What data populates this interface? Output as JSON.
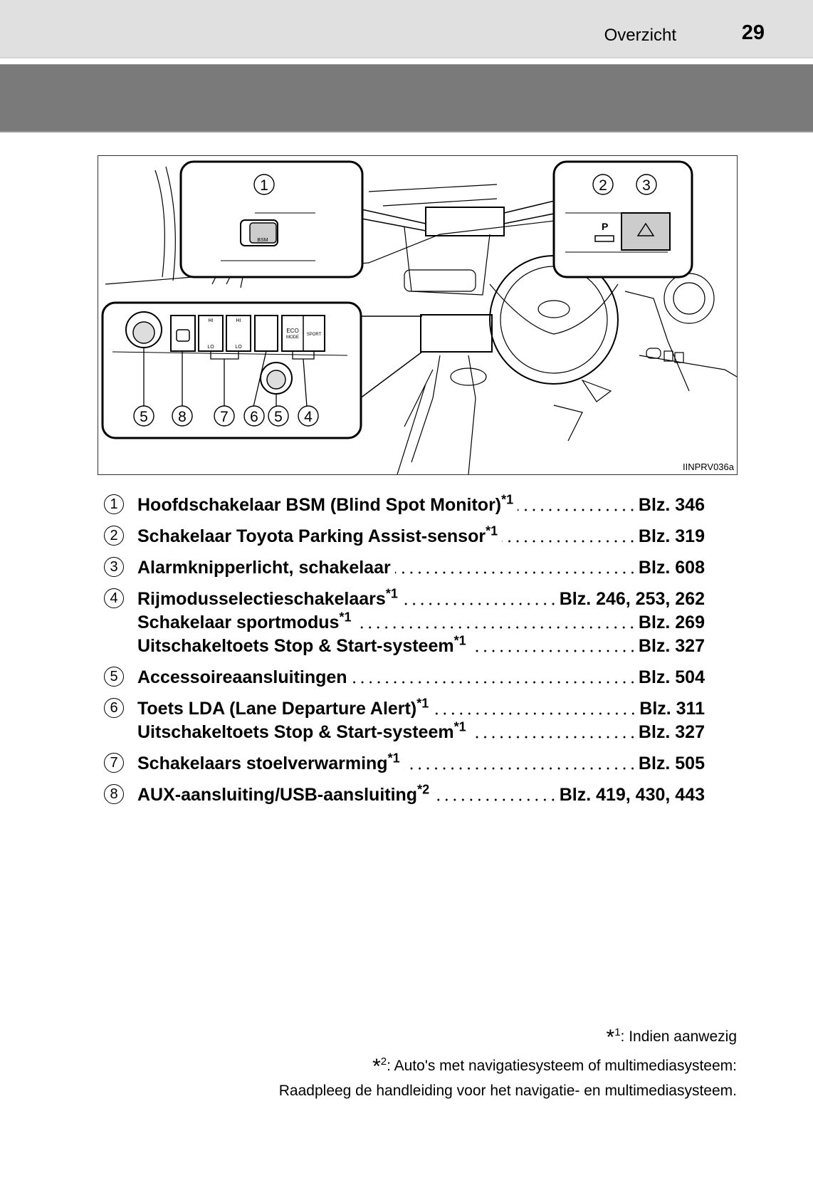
{
  "header": {
    "section_title": "Overzicht",
    "page_number": "29"
  },
  "figure": {
    "code": "IINPRV036a",
    "callouts": [
      "1",
      "2",
      "3",
      "5",
      "8",
      "7",
      "6",
      "5",
      "4"
    ],
    "labels": {
      "bsm": "BSM",
      "parking": "P",
      "hi": "HI",
      "lo": "LO",
      "eco": "ECO",
      "mode": "MODE",
      "sport": "SPORT"
    }
  },
  "items": [
    {
      "num": "1",
      "name": "Hoofdschakelaar BSM (Blind Spot Monitor)",
      "note": "*1",
      "page": "Blz. 346"
    },
    {
      "num": "2",
      "name": "Schakelaar Toyota Parking Assist-sensor",
      "note": "*1",
      "page": "Blz. 319"
    },
    {
      "num": "3",
      "name": "Alarmknipperlicht, schakelaar",
      "note": "",
      "page": "Blz. 608"
    },
    {
      "num": "4",
      "name": "Rijmodusselectieschakelaars",
      "note": "*1",
      "page": "Blz. 246, 253, 262"
    },
    {
      "num": "",
      "name": "Schakelaar sportmodus",
      "note": "*1",
      "page": "Blz. 269"
    },
    {
      "num": "",
      "name": "Uitschakeltoets Stop & Start-systeem",
      "note": "*1",
      "page": "Blz. 327"
    },
    {
      "num": "5",
      "name": "Accessoireaansluitingen",
      "note": "",
      "page": "Blz. 504"
    },
    {
      "num": "6",
      "name": "Toets LDA (Lane Departure Alert)",
      "note": "*1",
      "page": "Blz. 311"
    },
    {
      "num": "",
      "name": "Uitschakeltoets Stop & Start-systeem",
      "note": "*1",
      "page": "Blz. 327"
    },
    {
      "num": "7",
      "name": "Schakelaars stoelverwarming",
      "note": "*1",
      "page": "Blz. 505"
    },
    {
      "num": "8",
      "name": "AUX-aansluiting/USB-aansluiting",
      "note": "*2",
      "page": "Blz. 419, 430, 443"
    }
  ],
  "footnotes": [
    {
      "mark": "*",
      "num": "1",
      "text": ": Indien aanwezig"
    },
    {
      "mark": "*",
      "num": "2",
      "text": ": Auto's met navigatiesysteem of multimediasysteem:"
    },
    {
      "text": "Raadpleeg de handleiding voor het navigatie- en multimediasysteem."
    }
  ]
}
